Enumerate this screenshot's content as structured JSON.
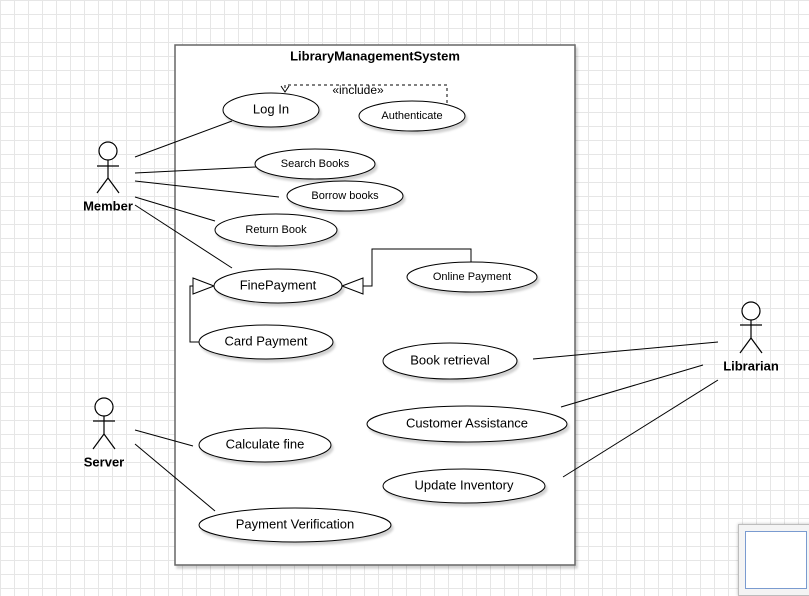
{
  "system": {
    "title": "LibraryManagementSystem"
  },
  "relation": {
    "include": "«include»"
  },
  "actors": {
    "member": "Member",
    "server": "Server",
    "librarian": "Librarian"
  },
  "usecases": {
    "log_in": "Log In",
    "authenticate": "Authenticate",
    "search_books": "Search Books",
    "borrow_books": "Borrow books",
    "return_book": "Return Book",
    "fine_payment": "FinePayment",
    "online_payment": "Online Payment",
    "card_payment": "Card Payment",
    "book_retrieval": "Book retrieval",
    "customer_assistance": "Customer Assistance",
    "update_inventory": "Update Inventory",
    "calculate_fine": "Calculate fine",
    "payment_verification": "Payment Verification"
  },
  "colors": {
    "line": "#000000",
    "frame": "#666666",
    "shadow": "#cfcfcf"
  }
}
